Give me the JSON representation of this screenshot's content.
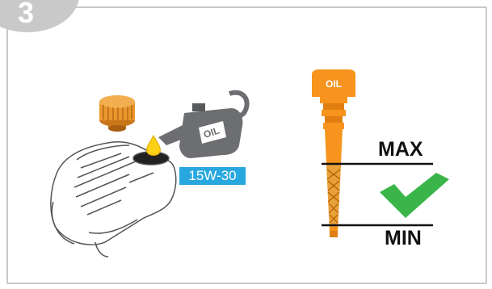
{
  "step": {
    "number": "3"
  },
  "oil_can": {
    "label": "OIL"
  },
  "oil_grade": {
    "label": "15W-30"
  },
  "dipstick": {
    "label": "OIL",
    "max_label": "MAX",
    "min_label": "MIN",
    "status_icon": "check-mark-icon"
  },
  "colors": {
    "frame": "#c9c9c9",
    "dipstick_orange": "#f7941d",
    "cap_orange": "#e9962c",
    "oil_drop": "#fcd116",
    "can_gray": "#6d6e71",
    "grade_badge": "#29a8e0",
    "check_green": "#3ab54a"
  }
}
